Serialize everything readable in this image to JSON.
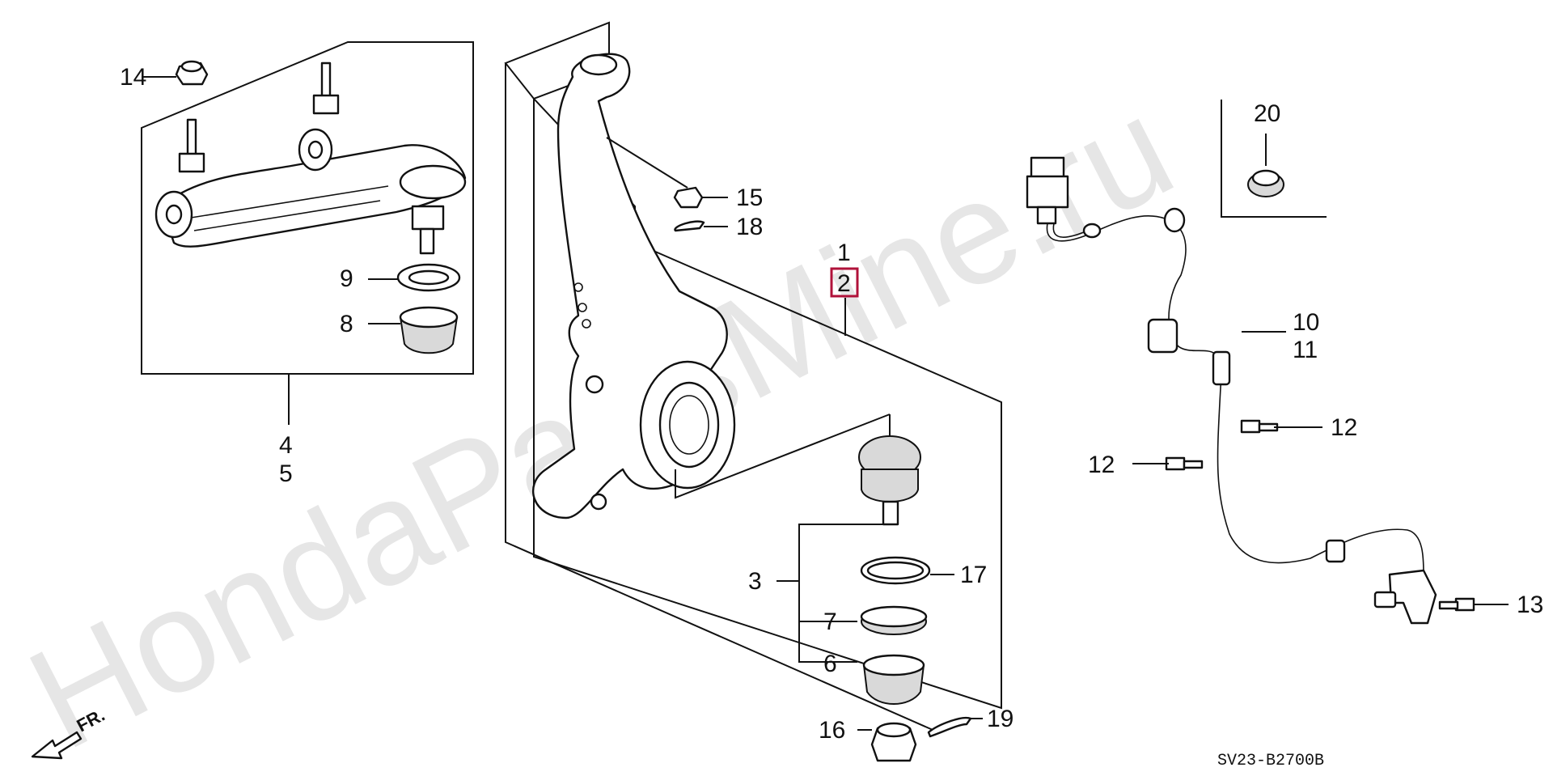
{
  "diagram": {
    "watermark": "HondaPartsMine.ru",
    "code": "SV23-B2700B",
    "front_marker": "FR.",
    "highlight_color": "#b0123a",
    "labels": {
      "p1": "1",
      "p2": "2",
      "p3": "3",
      "p4": "4",
      "p5": "5",
      "p6": "6",
      "p7": "7",
      "p8": "8",
      "p9": "9",
      "p10": "10",
      "p11": "11",
      "p12a": "12",
      "p12b": "12",
      "p13": "13",
      "p14": "14",
      "p15": "15",
      "p16": "16",
      "p17": "17",
      "p18": "18",
      "p19": "19",
      "p20": "20"
    }
  }
}
